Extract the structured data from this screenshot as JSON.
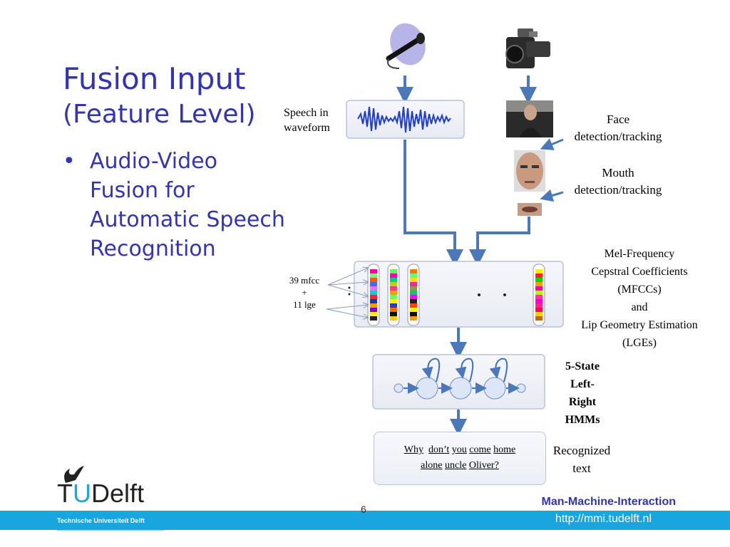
{
  "slide": {
    "title_line1": "Fusion Input",
    "title_line2": "(Feature Level)",
    "bullet_lines": [
      "Audio-Video",
      "Fusion for",
      "Automatic Speech",
      "Recognition"
    ],
    "page_number": "6"
  },
  "diagram": {
    "speech_label_lines": [
      "Speech in",
      "waveform"
    ],
    "face_label_lines": [
      "Face",
      "detection/tracking"
    ],
    "mouth_label_lines": [
      "Mouth",
      "detection/tracking"
    ],
    "mfcc_label_lines": [
      "Mel-Frequency",
      "Cepstral Coefficients",
      "(MFCCs)",
      "and",
      "Lip Geometry Estimation",
      "(LGEs)"
    ],
    "feature_count_lines": [
      "39 mfcc",
      "+",
      "11 lge"
    ],
    "hmm_label_lines": [
      "5-State",
      "Left-",
      "Right",
      "HMMs"
    ],
    "recognized_label_lines": [
      "Recognized",
      "text"
    ],
    "recognized_sentence": [
      "Why",
      "don’t",
      "you",
      "come",
      "home",
      "alone",
      "uncle",
      "Oliver?"
    ],
    "colors": {
      "arrow": "#4a78b8",
      "title": "#3333b5",
      "footer": "#19a6e0"
    }
  },
  "footer": {
    "group_name": "Man-Machine-Interaction",
    "url": "http://mmi.tudelft.nl",
    "university": "Technische Universiteit Delft",
    "logo_t": "T",
    "logo_u": "U",
    "logo_rest": "Delft"
  }
}
